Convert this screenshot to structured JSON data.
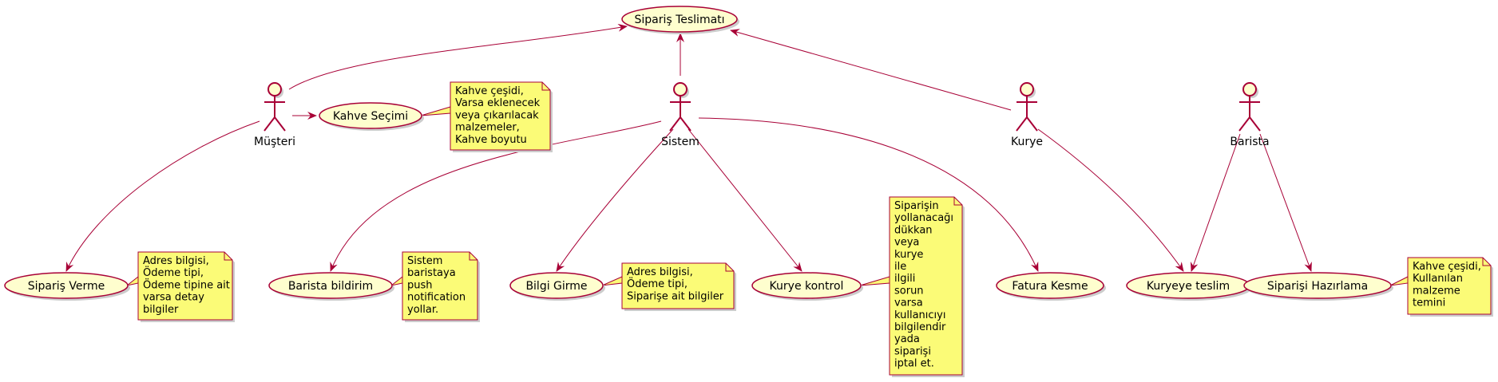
{
  "diagram": {
    "type": "use-case",
    "colors": {
      "line": "#A80036",
      "usecase_fill": "#FEFECE",
      "note_fill": "#FBFB77",
      "shadow": "#cccccc"
    },
    "actors": [
      {
        "id": "musteri",
        "label": "Müşteri"
      },
      {
        "id": "sistem",
        "label": "Sistem"
      },
      {
        "id": "kurye",
        "label": "Kurye"
      },
      {
        "id": "barista",
        "label": "Barista"
      }
    ],
    "usecases": [
      {
        "id": "siparis_teslimati",
        "label": "Sipariş Teslimatı"
      },
      {
        "id": "kahve_secimi",
        "label": "Kahve Seçimi"
      },
      {
        "id": "siparis_verme",
        "label": "Sipariş Verme"
      },
      {
        "id": "barista_bildirim",
        "label": "Barista bildirim"
      },
      {
        "id": "bilgi_girme",
        "label": "Bilgi Girme"
      },
      {
        "id": "kurye_kontrol",
        "label": "Kurye kontrol"
      },
      {
        "id": "fatura_kesme",
        "label": "Fatura Kesme"
      },
      {
        "id": "kuryeye_teslim",
        "label": "Kuryeye teslim"
      },
      {
        "id": "siparisi_hazirlama",
        "label": "Siparişi Hazırlama"
      }
    ],
    "notes": [
      {
        "id": "note_kahve",
        "target": "kahve_secimi",
        "lines": [
          "Kahve çeşidi,",
          "Varsa eklenecek",
          "veya çıkarılacak",
          "malzemeler,",
          "Kahve boyutu"
        ]
      },
      {
        "id": "note_siparis",
        "target": "siparis_verme",
        "lines": [
          "Adres bilgisi,",
          "Ödeme tipi,",
          "Ödeme tipine ait",
          "varsa detay",
          "bilgiler"
        ]
      },
      {
        "id": "note_barista",
        "target": "barista_bildirim",
        "lines": [
          "Sistem",
          "baristaya",
          "push",
          "notification",
          "yollar."
        ]
      },
      {
        "id": "note_bilgi",
        "target": "bilgi_girme",
        "lines": [
          "Adres bilgisi,",
          "Ödeme tipi,",
          "Siparişe ait bilgiler"
        ]
      },
      {
        "id": "note_kurye",
        "target": "kurye_kontrol",
        "lines": [
          "Siparişin",
          "yollanacağı",
          "dükkan",
          "veya",
          "kurye",
          "ile",
          "ilgili",
          "sorun",
          "varsa",
          "kullanıcıyı",
          "bilgilendir",
          "yada",
          "siparişi",
          "iptal et."
        ]
      },
      {
        "id": "note_hazirlama",
        "target": "siparisi_hazirlama",
        "lines": [
          "Kahve çeşidi,",
          "Kullanılan",
          "malzeme",
          "temini"
        ]
      }
    ],
    "relations": [
      {
        "from": "musteri",
        "to": "siparis_teslimati"
      },
      {
        "from": "sistem",
        "to": "siparis_teslimati"
      },
      {
        "from": "kurye",
        "to": "siparis_teslimati"
      },
      {
        "from": "musteri",
        "to": "kahve_secimi"
      },
      {
        "from": "musteri",
        "to": "siparis_verme"
      },
      {
        "from": "sistem",
        "to": "barista_bildirim"
      },
      {
        "from": "sistem",
        "to": "bilgi_girme"
      },
      {
        "from": "sistem",
        "to": "kurye_kontrol"
      },
      {
        "from": "sistem",
        "to": "fatura_kesme"
      },
      {
        "from": "kurye",
        "to": "kuryeye_teslim"
      },
      {
        "from": "barista",
        "to": "kuryeye_teslim"
      },
      {
        "from": "barista",
        "to": "siparisi_hazirlama"
      }
    ]
  }
}
